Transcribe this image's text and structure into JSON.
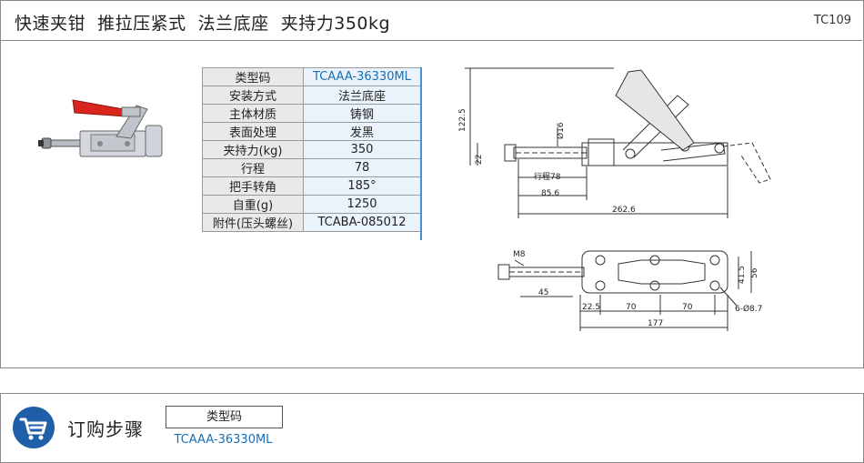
{
  "header": {
    "title": "快速夹钳  推拉压紧式  法兰底座  夹持力350kg",
    "code": "TC109"
  },
  "spec_table": {
    "rows": [
      {
        "label": "类型码",
        "value": "TCAAA-36330ML"
      },
      {
        "label": "安装方式",
        "value": "法兰底座"
      },
      {
        "label": "主体材质",
        "value": "铸钢"
      },
      {
        "label": "表面处理",
        "value": "发黑"
      },
      {
        "label": "夹持力(kg)",
        "value": "350"
      },
      {
        "label": "行程",
        "value": "78"
      },
      {
        "label": "把手转角",
        "value": "185°"
      },
      {
        "label": "自重(g)",
        "value": "1250"
      },
      {
        "label": "附件(压头螺丝)",
        "value": "TCABA-085012"
      }
    ]
  },
  "side_view": {
    "height": "122.5",
    "diameter": "Ø16",
    "base": "22",
    "stroke": "行程78",
    "len_a": "85.6",
    "len_total": "262.6"
  },
  "top_view": {
    "thread": "M8",
    "len_a": "45",
    "w_inner": "41.5",
    "w_outer": "56",
    "holes": "6-Ø8.7",
    "seg_a": "22.5",
    "seg_b": "70",
    "seg_c": "70",
    "len_total": "177"
  },
  "order": {
    "title": "订购步骤",
    "box_label": "类型码",
    "value": "TCAAA-36330ML"
  },
  "colors": {
    "accent_blue": "#1a6fb5",
    "cart_bg": "#1f5fa8",
    "handle_red": "#d8261f"
  },
  "icons": {
    "cart": "shopping-cart-icon"
  }
}
